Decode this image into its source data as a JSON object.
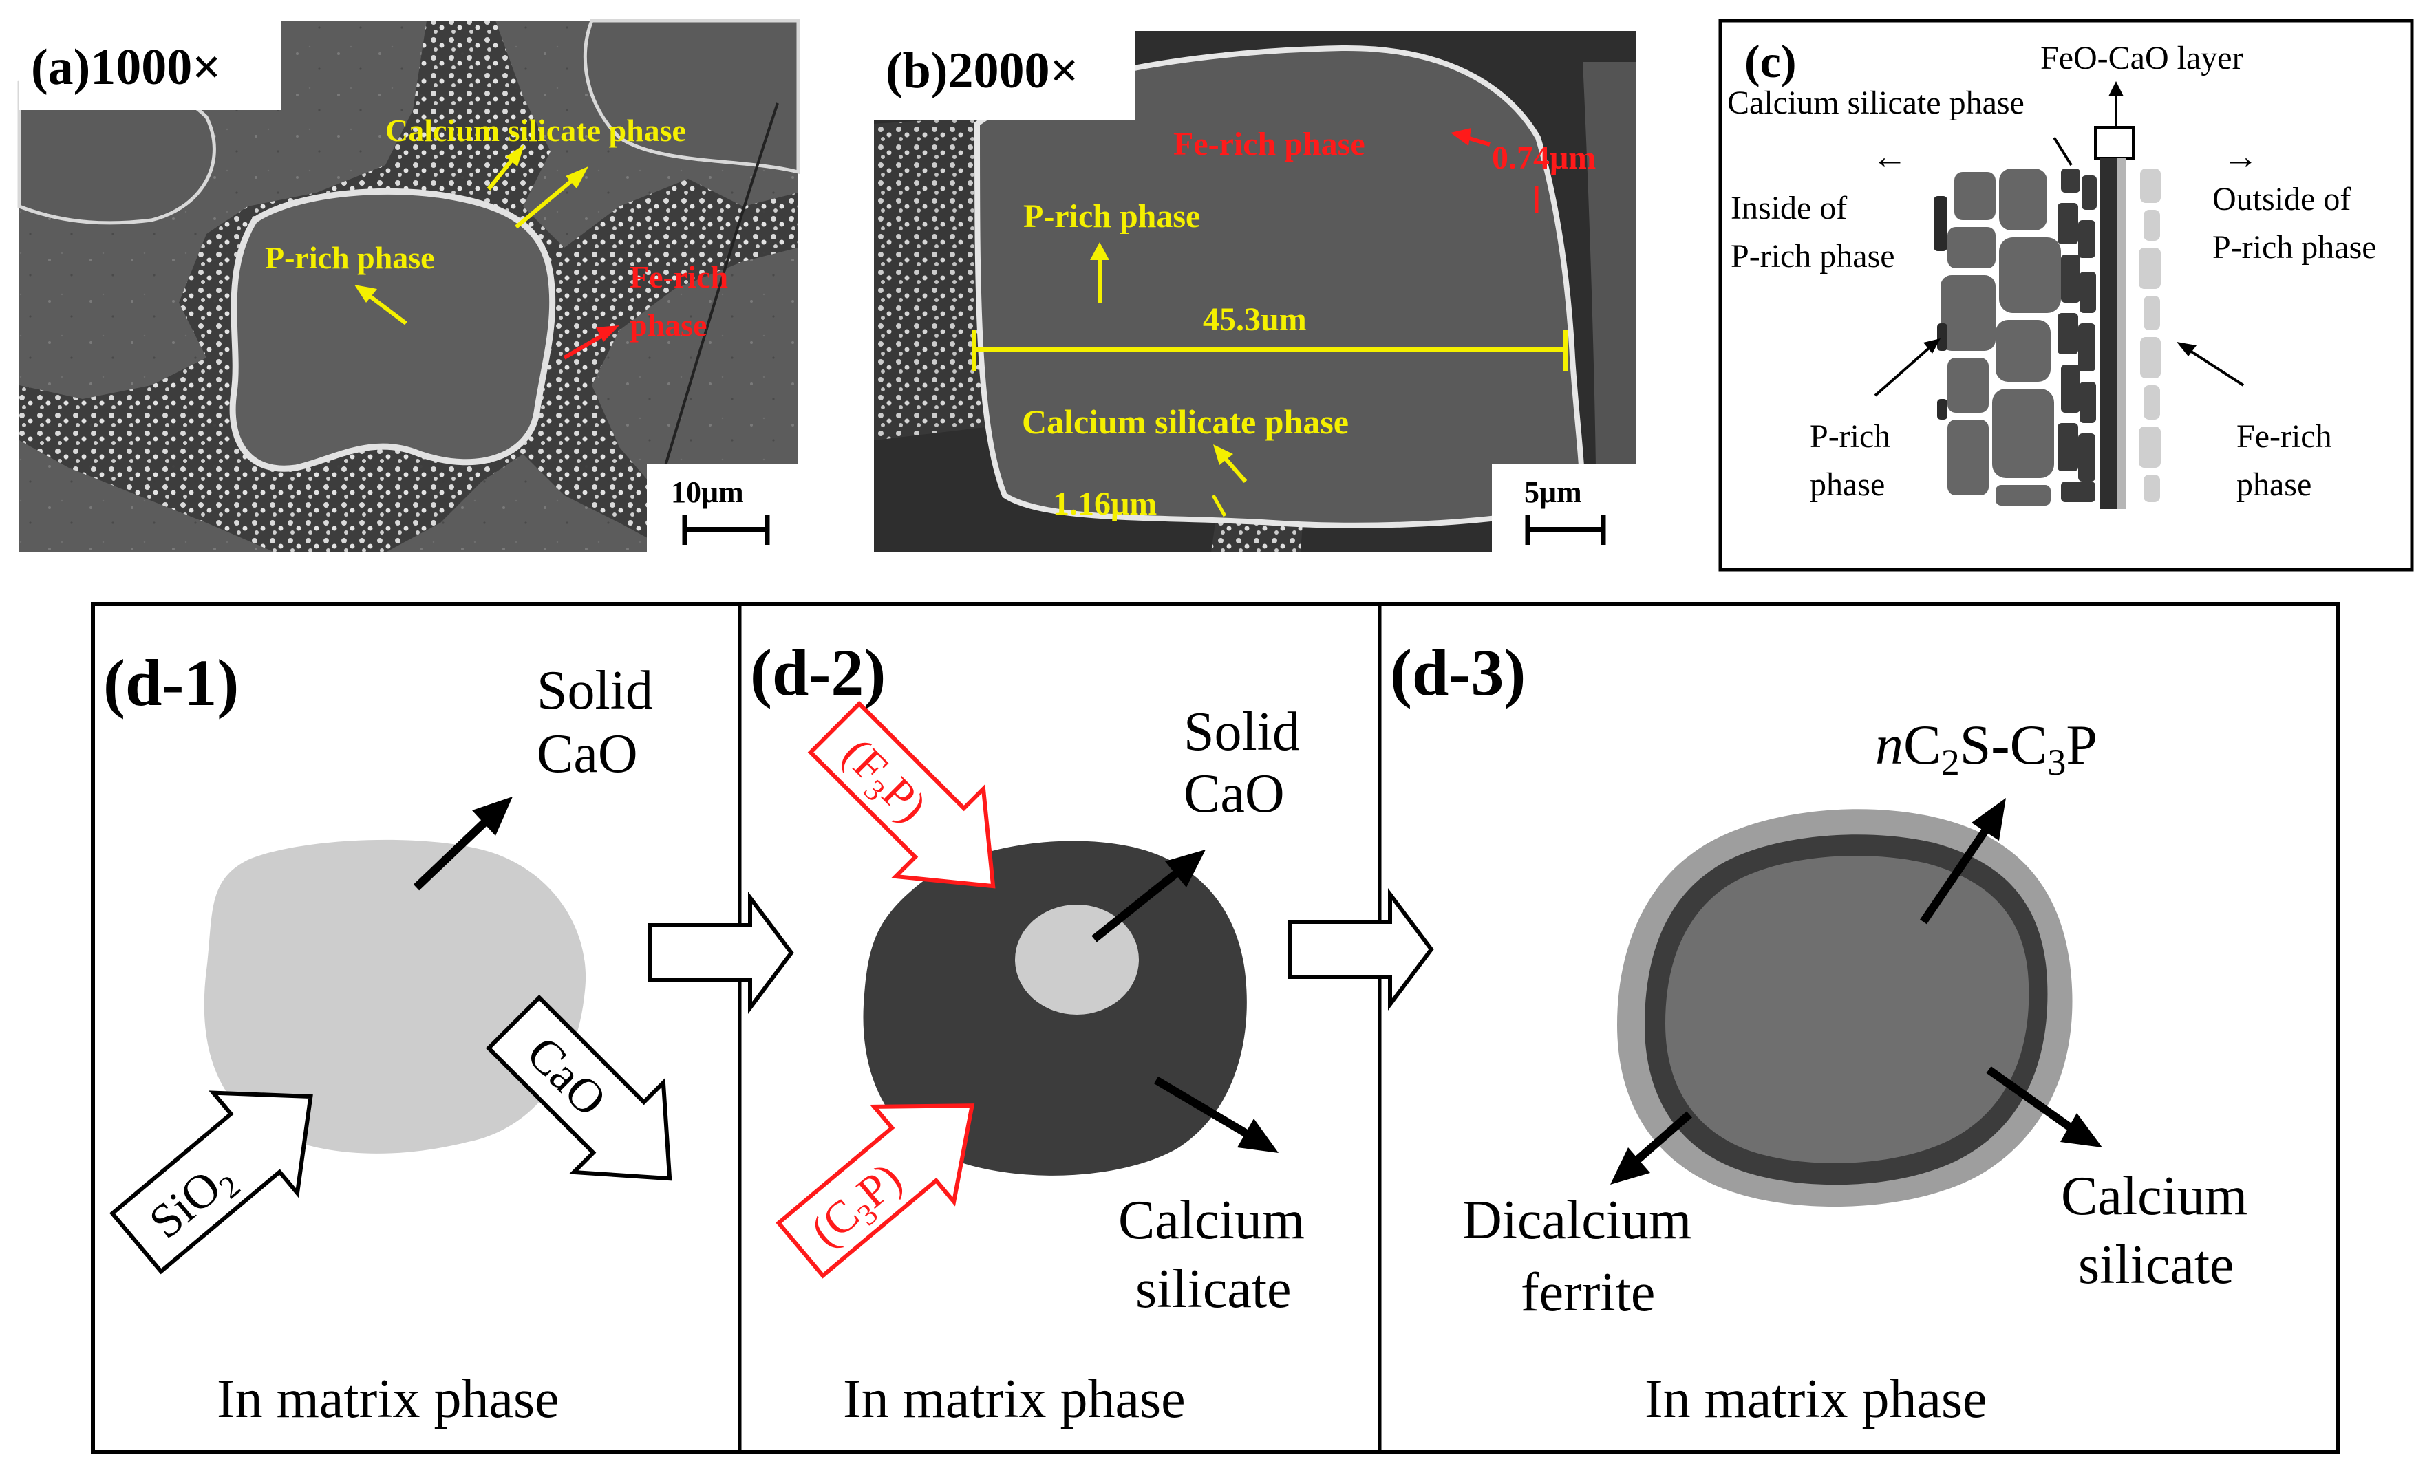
{
  "panel_a": {
    "label": "(a)1000×",
    "calcium_silicate_phase": "Calcium silicate phase",
    "p_rich_phase": "P-rich phase",
    "fe_rich_line1": "Fe-rich",
    "fe_rich_line2": "phase",
    "scale_bar": "10μm"
  },
  "panel_b": {
    "label": "(b)2000×",
    "fe_rich_phase": "Fe-rich phase",
    "thickness_fe": "0.74μm",
    "p_rich_phase": "P-rich phase",
    "width": "45.3um",
    "calcium_silicate_phase": "Calcium silicate phase",
    "thickness_cs": "1.16μm",
    "scale_bar": "5μm"
  },
  "panel_c": {
    "label": "(c)",
    "feo_cao_layer": "FeO-CaO layer",
    "calcium_silicate_phase": "Calcium silicate phase",
    "inside_line1": "Inside of",
    "inside_line2": "P-rich phase",
    "outside_line1": "Outside of",
    "outside_line2": "P-rich phase",
    "p_rich_line1": "P-rich",
    "p_rich_line2": "phase",
    "fe_rich_line1": "Fe-rich",
    "fe_rich_line2": "phase"
  },
  "panel_d1": {
    "label": "(d-1)",
    "solid_line1": "Solid",
    "solid_line2": "CaO",
    "sio2_main": "SiO",
    "sio2_sub": "2",
    "cao": "CaO",
    "bottom": "In matrix phase"
  },
  "panel_d2": {
    "label": "(d-2)",
    "f3p_open": "(F",
    "f3p_sub": "3",
    "f3p_close": "P)",
    "c3p_open": "(C",
    "c3p_sub": "3",
    "c3p_close": "P)",
    "solid_line1": "Solid",
    "solid_line2": "CaO",
    "cs_line1": "Calcium",
    "cs_line2": "silicate",
    "bottom": "In matrix phase"
  },
  "panel_d3": {
    "label": "(d-3)",
    "formula_n": "n",
    "formula_c": "C",
    "formula_sub1": "2",
    "formula_mid": "S-C",
    "formula_sub2": "3",
    "formula_end": "P",
    "df_line1": "Dicalcium",
    "df_line2": "ferrite",
    "cs_line1": "Calcium",
    "cs_line2": "silicate",
    "bottom": "In matrix phase"
  },
  "colors": {
    "annotation_yellow": "#f5f000",
    "annotation_red": "#ff1a1a",
    "sem_background": "#5a5a5a",
    "solid_cao": "#cdcdcd",
    "calcium_silicate_dark": "#3c3c3c",
    "ferrite_ring": "#9e9e9e",
    "core_gray": "#6f6f6f"
  }
}
